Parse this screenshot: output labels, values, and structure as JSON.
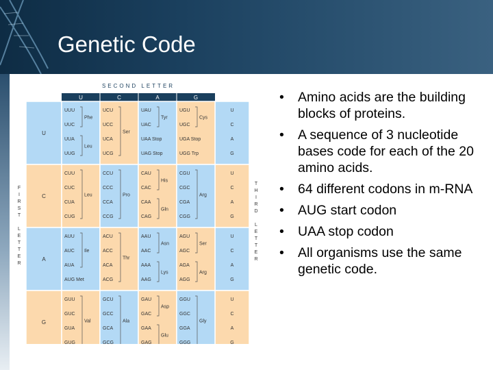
{
  "slide": {
    "title": "Genetic Code"
  },
  "table": {
    "header_top": "SECOND LETTER",
    "second": [
      "U",
      "C",
      "A",
      "G"
    ],
    "first": [
      "U",
      "C",
      "A",
      "G"
    ],
    "third": [
      "U",
      "C",
      "A",
      "G"
    ],
    "side_first": [
      "F",
      "I",
      "R",
      "S",
      "T",
      "",
      "L",
      "E",
      "T",
      "T",
      "E",
      "R"
    ],
    "side_third": [
      "T",
      "H",
      "I",
      "R",
      "D",
      "",
      "L",
      "E",
      "T",
      "T",
      "E",
      "R"
    ],
    "blocks": [
      [
        {
          "codons": [
            "UUU",
            "UUC",
            "UUA",
            "UUG"
          ],
          "aa": [
            {
              "name": "Phe",
              "span": [
                0,
                1
              ]
            },
            {
              "name": "Leu",
              "span": [
                2,
                3
              ]
            }
          ]
        },
        {
          "codons": [
            "UCU",
            "UCC",
            "UCA",
            "UCG"
          ],
          "aa": [
            {
              "name": "Ser",
              "span": [
                0,
                3
              ]
            }
          ]
        },
        {
          "codons": [
            "UAU",
            "UAC",
            "UAA Stop",
            "UAG Stop"
          ],
          "aa": [
            {
              "name": "Tyr",
              "span": [
                0,
                1
              ]
            }
          ]
        },
        {
          "codons": [
            "UGU",
            "UGC",
            "UGA  Stop",
            "UGG  Trp"
          ],
          "aa": [
            {
              "name": "Cys",
              "span": [
                0,
                1
              ]
            }
          ]
        }
      ],
      [
        {
          "codons": [
            "CUU",
            "CUC",
            "CUA",
            "CUG"
          ],
          "aa": [
            {
              "name": "Leu",
              "span": [
                0,
                3
              ]
            }
          ]
        },
        {
          "codons": [
            "CCU",
            "CCC",
            "CCA",
            "CCG"
          ],
          "aa": [
            {
              "name": "Pro",
              "span": [
                0,
                3
              ]
            }
          ]
        },
        {
          "codons": [
            "CAU",
            "CAC",
            "CAA",
            "CAG"
          ],
          "aa": [
            {
              "name": "His",
              "span": [
                0,
                1
              ]
            },
            {
              "name": "Gln",
              "span": [
                2,
                3
              ]
            }
          ]
        },
        {
          "codons": [
            "CGU",
            "CGC",
            "CGA",
            "CGG"
          ],
          "aa": [
            {
              "name": "Arg",
              "span": [
                0,
                3
              ]
            }
          ]
        }
      ],
      [
        {
          "codons": [
            "AUU",
            "AUC",
            "AUA",
            "AUG  Met"
          ],
          "aa": [
            {
              "name": "Ile",
              "span": [
                0,
                2
              ]
            }
          ]
        },
        {
          "codons": [
            "ACU",
            "ACC",
            "ACA",
            "ACG"
          ],
          "aa": [
            {
              "name": "Thr",
              "span": [
                0,
                3
              ]
            }
          ]
        },
        {
          "codons": [
            "AAU",
            "AAC",
            "AAA",
            "AAG"
          ],
          "aa": [
            {
              "name": "Asn",
              "span": [
                0,
                1
              ]
            },
            {
              "name": "Lys",
              "span": [
                2,
                3
              ]
            }
          ]
        },
        {
          "codons": [
            "AGU",
            "AGC",
            "AGA",
            "AGG"
          ],
          "aa": [
            {
              "name": "Ser",
              "span": [
                0,
                1
              ]
            },
            {
              "name": "Arg",
              "span": [
                2,
                3
              ]
            }
          ]
        }
      ],
      [
        {
          "codons": [
            "GUU",
            "GUC",
            "GUA",
            "GUG"
          ],
          "aa": [
            {
              "name": "Val",
              "span": [
                0,
                3
              ]
            }
          ]
        },
        {
          "codons": [
            "GCU",
            "GCC",
            "GCA",
            "GCG"
          ],
          "aa": [
            {
              "name": "Ala",
              "span": [
                0,
                3
              ]
            }
          ]
        },
        {
          "codons": [
            "GAU",
            "GAC",
            "GAA",
            "GAG"
          ],
          "aa": [
            {
              "name": "Asp",
              "span": [
                0,
                1
              ]
            },
            {
              "name": "Glu",
              "span": [
                2,
                3
              ]
            }
          ]
        },
        {
          "codons": [
            "GGU",
            "GGC",
            "GGA",
            "GGG"
          ],
          "aa": [
            {
              "name": "Gly",
              "span": [
                0,
                3
              ]
            }
          ]
        }
      ]
    ]
  },
  "bullets": [
    "Amino acids are the building blocks of proteins.",
    "A sequence of 3 nucleotide bases code for each of the 20 amino acids.",
    "64 different codons in m-RNA",
    "AUG start codon",
    "UAA stop codon",
    "All organisms use the same genetic code."
  ],
  "bullet_symbol": "•",
  "colors": {
    "header": "#1a3f5d",
    "cell_blue": "#b3d9f5",
    "cell_peach": "#fcd9ad"
  }
}
